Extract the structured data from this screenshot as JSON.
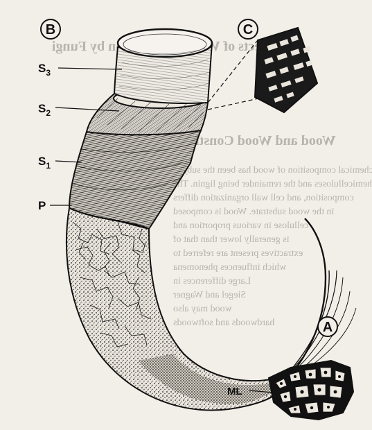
{
  "labels": {
    "panel_b": "B",
    "panel_c": "C",
    "panel_a": "A",
    "s3": "S3",
    "s2": "S2",
    "s1": "S1",
    "p": "P",
    "ml": "ML",
    "sub3": "3",
    "sub2": "2",
    "sub1": "1"
  },
  "bleed_through": {
    "heading1": "Aspects of Wood Degradation by Fungi",
    "heading2": "Wood and Wood Constituents",
    "lines": [
      "chemical composition of wood has been the subject",
      "hemicelluloses and the remainder being lignin. The",
      "composition, and cell wall organization differs",
      "in the wood substrate. Wood is composed",
      "cellulose in various proportion and",
      "is generally lower than that of",
      "extractives present are referred to",
      "which influences phenomena",
      "Large differences in",
      "Siegel and Wagner",
      "wood may also",
      "hardwoods and softwoods"
    ]
  },
  "colors": {
    "paper": "#f2eee8",
    "ink": "#111111",
    "ghost_text": "#b9b3ad"
  }
}
